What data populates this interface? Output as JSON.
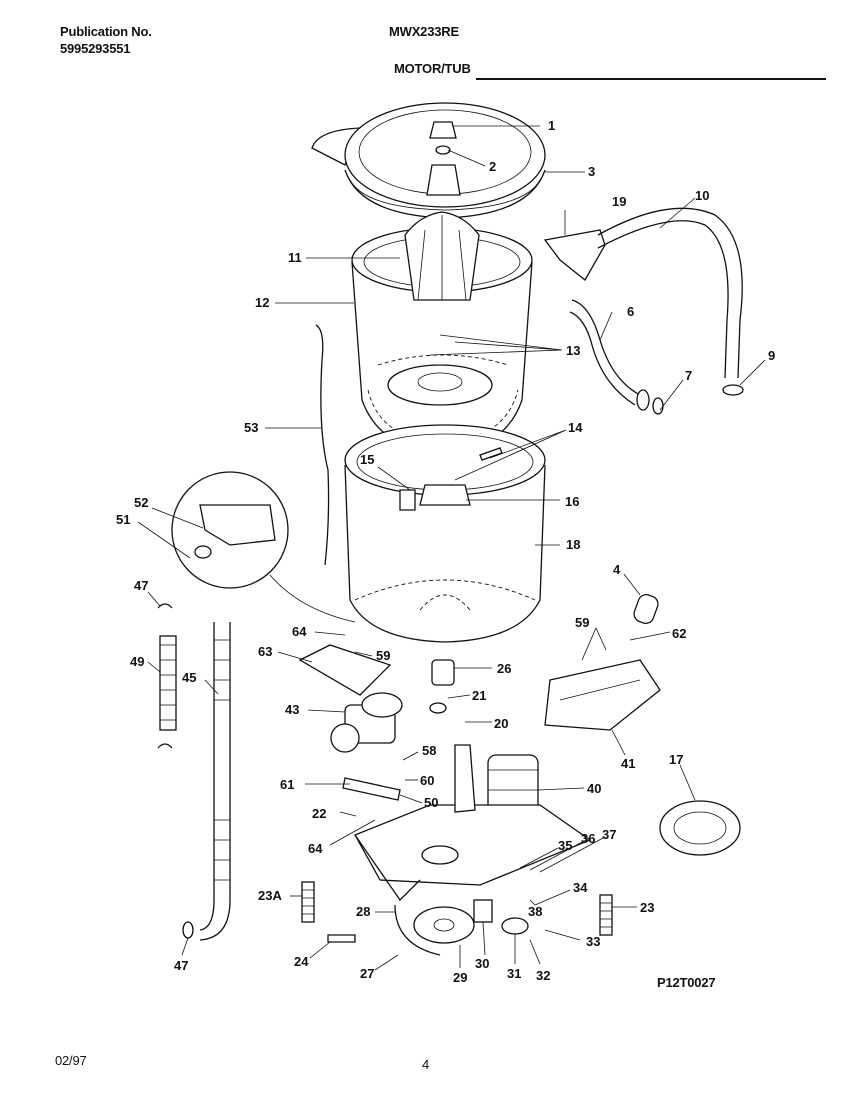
{
  "header": {
    "publication_label": "Publication No.",
    "publication_number": "5995293551",
    "model": "MWX233RE",
    "section_title": "MOTOR/TUB"
  },
  "footer": {
    "date": "02/97",
    "page_number": "4",
    "diagram_code": "P12T0027"
  },
  "callouts": [
    "1",
    "2",
    "3",
    "19",
    "10",
    "11",
    "12",
    "6",
    "13",
    "9",
    "7",
    "53",
    "14",
    "15",
    "16",
    "52",
    "51",
    "18",
    "4",
    "47",
    "59",
    "62",
    "64",
    "59",
    "63",
    "26",
    "49",
    "45",
    "21",
    "20",
    "43",
    "41",
    "17",
    "58",
    "60",
    "61",
    "50",
    "40",
    "22",
    "64",
    "35",
    "36",
    "37",
    "34",
    "23A",
    "28",
    "38",
    "23",
    "33",
    "24",
    "29",
    "30",
    "31",
    "32",
    "27",
    "47"
  ]
}
